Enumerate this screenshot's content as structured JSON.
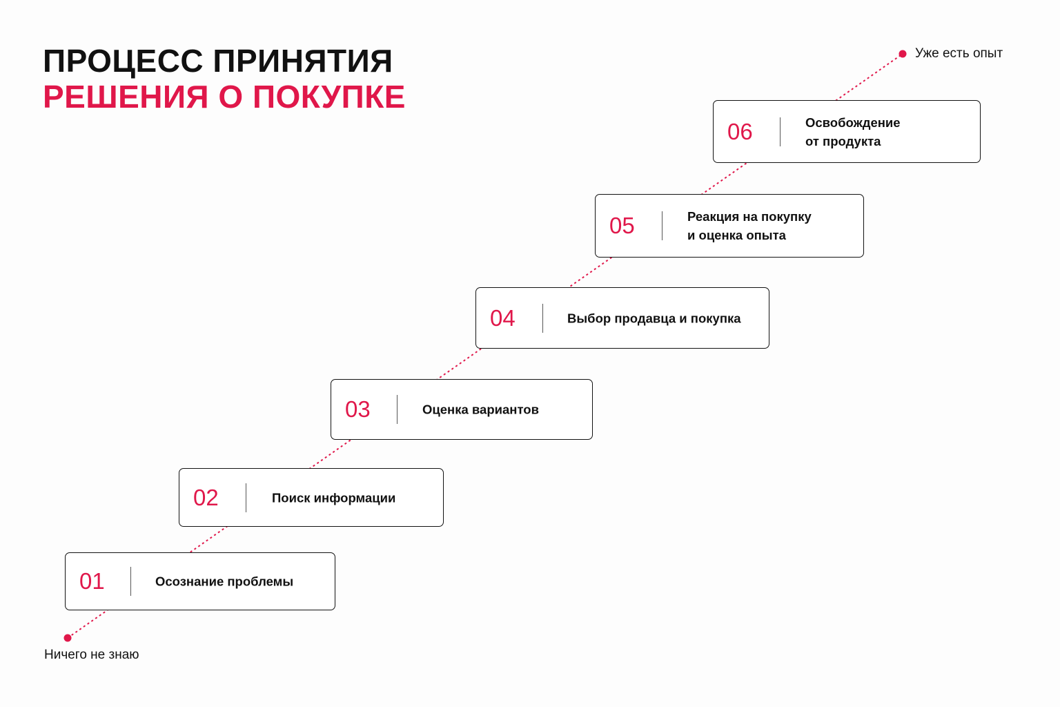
{
  "title": {
    "line1": "ПРОЦЕСС ПРИНЯТИЯ",
    "line2": "РЕШЕНИЯ О ПОКУПКЕ"
  },
  "endpoints": {
    "start_label": "Ничего не знаю",
    "end_label": "Уже есть опыт"
  },
  "steps": [
    {
      "number": "01",
      "label_lines": [
        "Осознание проблемы"
      ]
    },
    {
      "number": "02",
      "label_lines": [
        "Поиск информации"
      ]
    },
    {
      "number": "03",
      "label_lines": [
        "Оценка вариантов"
      ]
    },
    {
      "number": "04",
      "label_lines": [
        "Выбор продавца и покупка"
      ]
    },
    {
      "number": "05",
      "label_lines": [
        "Реакция на покупку",
        "и оценка опыта"
      ]
    },
    {
      "number": "06",
      "label_lines": [
        "Освобождение",
        "от продукта"
      ]
    }
  ],
  "colors": {
    "accent": "#e0174a",
    "text": "#111111",
    "border": "#111111",
    "background": "#fdfdfd"
  }
}
